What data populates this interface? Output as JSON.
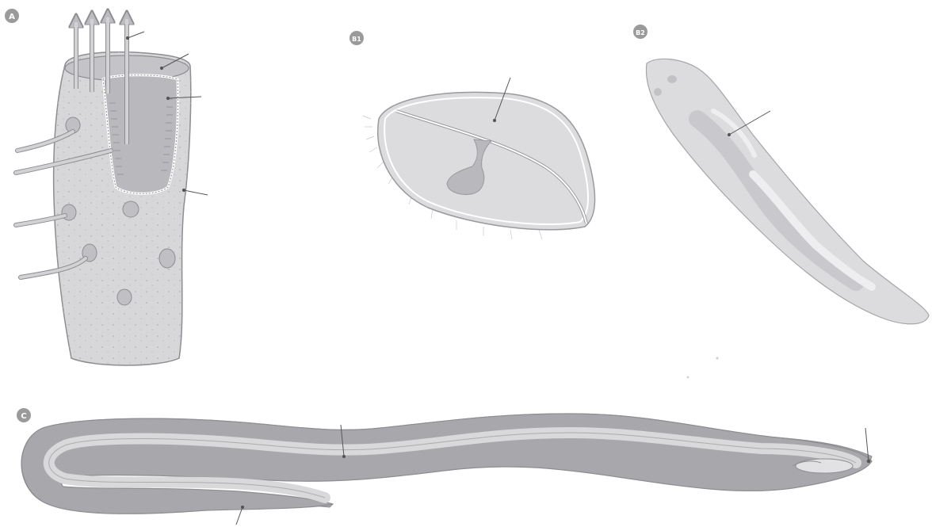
{
  "panels": {
    "a": {
      "badge": "A"
    },
    "b1": {
      "badge": "B1"
    },
    "b2": {
      "badge": "B2"
    },
    "c": {
      "badge": "C"
    }
  },
  "colors": {
    "body_fill": "#d7d7d9",
    "body_light": "#e4e4e6",
    "cavity_fill": "#b9b9bd",
    "stroke": "#8d8d92",
    "leader": "#555555",
    "arrow": "#c9c9cc",
    "badge": "#9a9a9a",
    "worm_outer": "#a8a8ac",
    "worm_inner": "#d9d9db"
  }
}
